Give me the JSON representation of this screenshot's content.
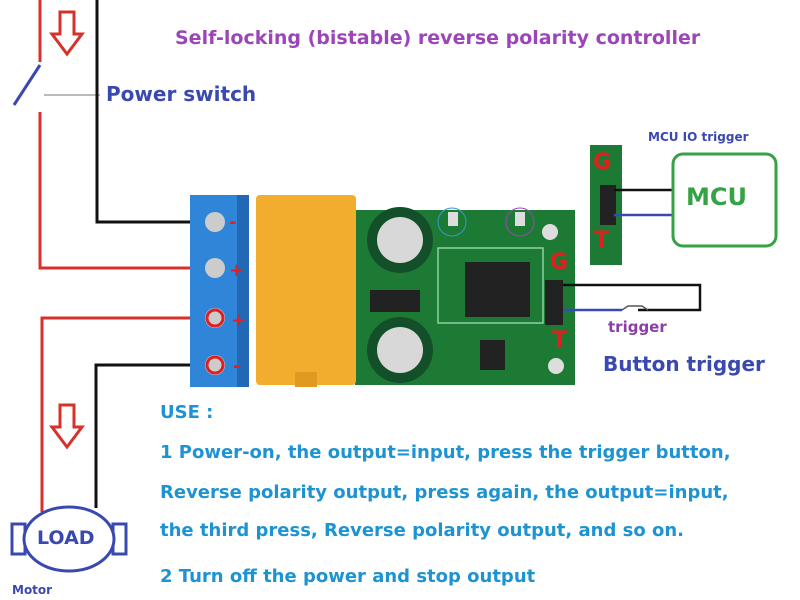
{
  "title": "Self-locking (bistable) reverse polarity controller",
  "power_switch_label": "Power switch",
  "mcu_trigger_label": "MCU IO trigger",
  "mcu_box_label": "MCU",
  "pin_g": "G",
  "pin_t": "T",
  "trigger_label": "trigger",
  "button_trigger_label": "Button trigger",
  "load_label": "LOAD",
  "motor_label": "Motor",
  "usage": {
    "heading": "USE :",
    "lines": [
      "1  Power-on, the output=input, press the trigger button,",
      "Reverse polarity output, press again,  the output=input,",
      "the third press, Reverse polarity output, and so on.",
      "2 Turn off the power and stop output"
    ]
  },
  "colors": {
    "title": "#9b45b8",
    "label_blue": "#3a49b0",
    "usage_text": "#1e93d2",
    "mcu_green": "#36a246",
    "wire_red": "#d8302a",
    "pcb_green": "#1d7a35",
    "terminal_blue": "#2f86d8",
    "relay_yellow": "#f2ac2e"
  }
}
